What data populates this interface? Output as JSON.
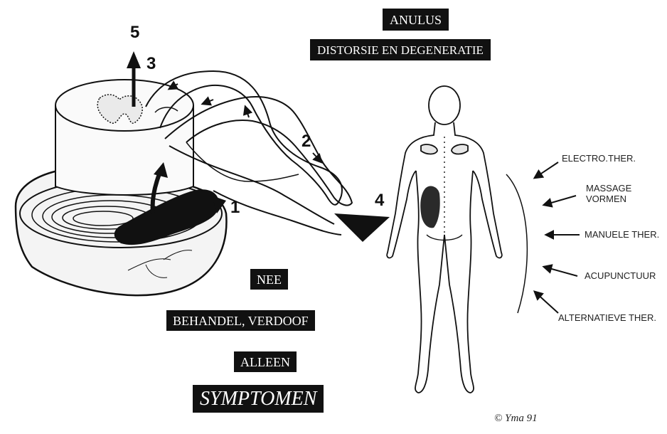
{
  "labels": {
    "anulus": "ANULUS",
    "distorsie": "DISTORSIE EN DEGENERATIE",
    "nee": "NEE",
    "behandel": "BEHANDEL, VERDOOF",
    "alleen": "ALLEEN",
    "symptomen": "SYMPTOMEN"
  },
  "numbers": {
    "n1": "1",
    "n2": "2",
    "n3": "3",
    "n4": "4",
    "n5": "5"
  },
  "therapies": {
    "electro": "ELECTRO.THER.",
    "massage_line1": "MASSAGE",
    "massage_line2": "VORMEN",
    "manuele": "MANUELE THER.",
    "acupunctuur": "ACUPUNCTUUR",
    "alternatieve": "ALTERNATIEVE THER."
  },
  "signature": "© Yma 91"
}
